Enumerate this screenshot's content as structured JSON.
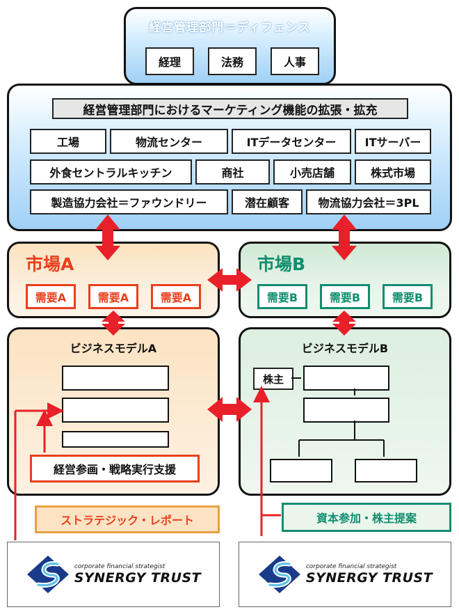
{
  "top": {
    "title": "経営管理部門＝ディフェンス",
    "items": [
      "経理",
      "法務",
      "人事"
    ]
  },
  "marketing": {
    "header": "経営管理部門におけるマーケティング機能の拡張・拡充",
    "row1": [
      "工場",
      "物流センター",
      "ITデータセンター",
      "ITサーバー"
    ],
    "row2": [
      "外食セントラルキッチン",
      "商社",
      "小売店舗",
      "株式市場"
    ],
    "row3": [
      "製造協力会社＝ファウンドリー",
      "潜在顧客",
      "物流協力会社＝3PL"
    ]
  },
  "market_a": {
    "title": "市場A",
    "demands": [
      "需要A",
      "需要A",
      "需要A"
    ]
  },
  "market_b": {
    "title": "市場B",
    "demands": [
      "需要B",
      "需要B",
      "需要B"
    ]
  },
  "bm_a": {
    "title": "ビジネスモデルA",
    "support": "経営参画・戦略実行支援"
  },
  "bm_b": {
    "title": "ビジネスモデルB",
    "shareholder": "株主"
  },
  "report_a": "ストラテジック・レポート",
  "report_b": "資本参加・株主提案",
  "logo": {
    "small": "corporate financial strategist",
    "big": "SYNERGY TRUST"
  },
  "colors": {
    "red": "#e8401c",
    "green": "#0f8e6e",
    "arrow": "#e8202a"
  }
}
